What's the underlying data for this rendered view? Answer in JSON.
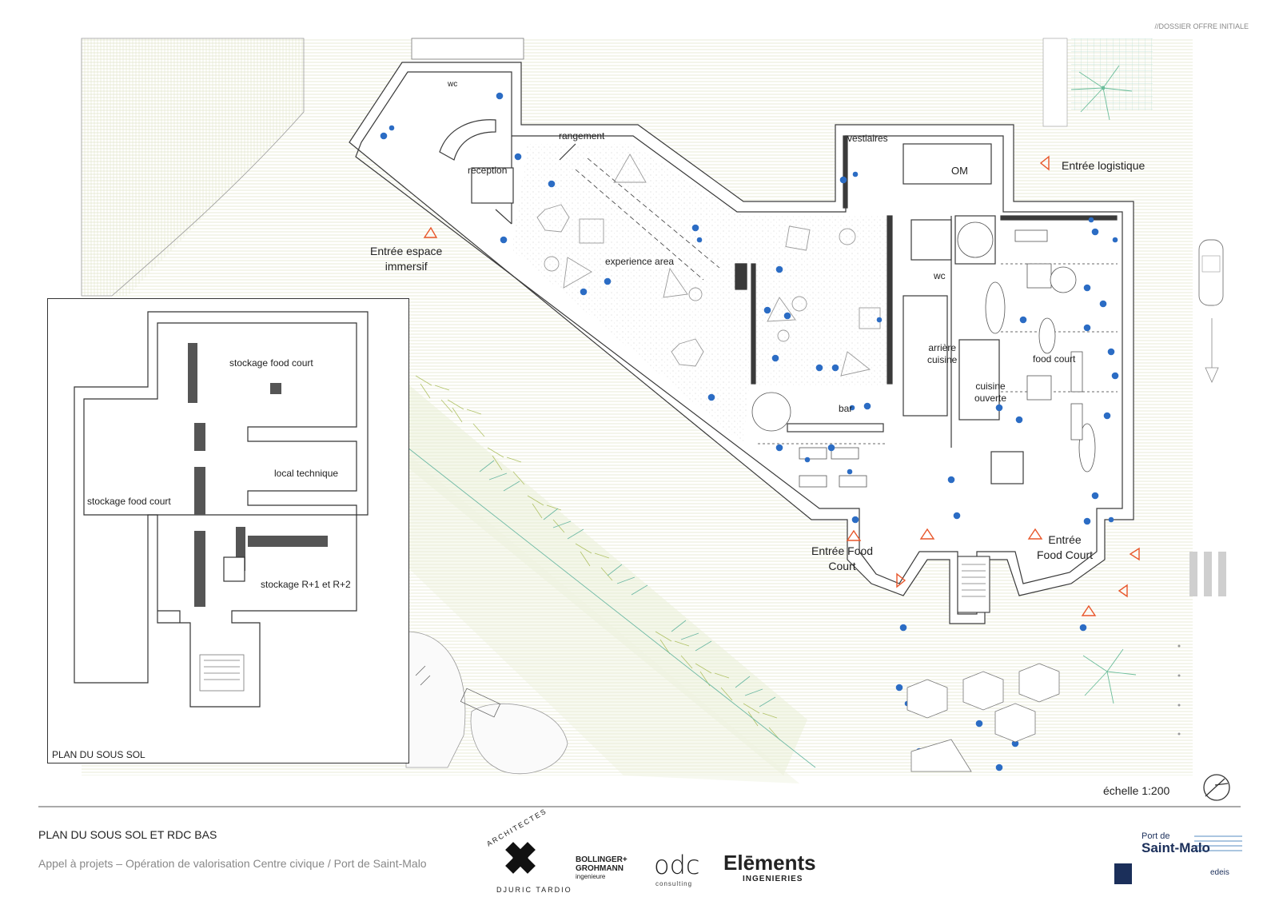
{
  "header": {
    "doc_tag": "//DOSSIER OFFRE INITIALE"
  },
  "plan_labels": {
    "wc_top": "wc",
    "reception": "reception",
    "rangement": "rangement",
    "vestiaires": "vestiaires",
    "om": "OM",
    "entree_logistique": "Entrée logistique",
    "entree_espace_immersif": "Entrée espace\nimmersif",
    "experience_area": "experience area",
    "wc_mid": "wc",
    "arriere_cuisine": "arrière\ncuisine",
    "food_court": "food court",
    "cuisine_ouverte": "cuisine\nouverte",
    "bar": "bar",
    "entree_food_court_left": "Entrée Food\nCourt",
    "entree_food_court_right": "Entrée\nFood Court"
  },
  "basement": {
    "title": "PLAN DU SOUS SOL",
    "rooms": {
      "stockage_top": "stockage food court",
      "local_technique": "local technique",
      "stockage_left": "stockage food court",
      "stockage_r1r2": "stockage R+1 et R+2"
    }
  },
  "scale": "échelle 1:200",
  "footer": {
    "title": "PLAN DU SOUS SOL ET RDC BAS",
    "subtitle": "Appel à  projets –  Opération de valorisation Centre civique / Port de Saint-Malo"
  },
  "logos": {
    "architectes": {
      "arc_top": "ARCHITECTES",
      "arc_bottom": "DJURIC TARDIO"
    },
    "bollinger": {
      "line1": "BOLLINGER+",
      "line2": "GROHMANN",
      "line3": "ingenieure"
    },
    "odc": {
      "mark": "odc",
      "sub": "consulting"
    },
    "elements": {
      "name": "Elēments",
      "sub": "INGENIERIES"
    },
    "port": {
      "line1": "Port de",
      "line2": "Saint-Malo",
      "edeis": "edeis"
    }
  },
  "colors": {
    "wall": "#3a3a3a",
    "people": "#2b6cc4",
    "entrance_marker": "#e8562a",
    "vegetation": "#a8b85a",
    "teal_vegetation": "#4fae9a",
    "hatch": "#d9dec0"
  }
}
